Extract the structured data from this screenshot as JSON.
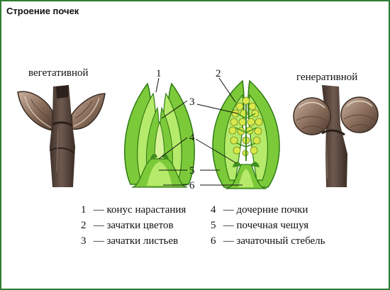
{
  "title": "Строение почек",
  "captions": {
    "vegetative": "вегетативной",
    "generative": "генеративной"
  },
  "labels": [
    "1",
    "2",
    "3",
    "4",
    "5",
    "6"
  ],
  "legend": [
    {
      "n": "1",
      "text": "— конус нарастания"
    },
    {
      "n": "2",
      "text": "— зачатки цветов"
    },
    {
      "n": "3",
      "text": "— зачатки листьев"
    },
    {
      "n": "4",
      "text": "— дочерние почки"
    },
    {
      "n": "5",
      "text": "— почечная чешуя"
    },
    {
      "n": "6",
      "text": "— зачаточный стебель"
    }
  ],
  "colors": {
    "border": "#2e7d32",
    "leaf_light": "#b6ea6a",
    "leaf_mid": "#7cc93a",
    "leaf_dark": "#3e8f1e",
    "flower_bud": "#d8e84a",
    "stem": "#5a463c",
    "bud_scale": "#a08572"
  }
}
